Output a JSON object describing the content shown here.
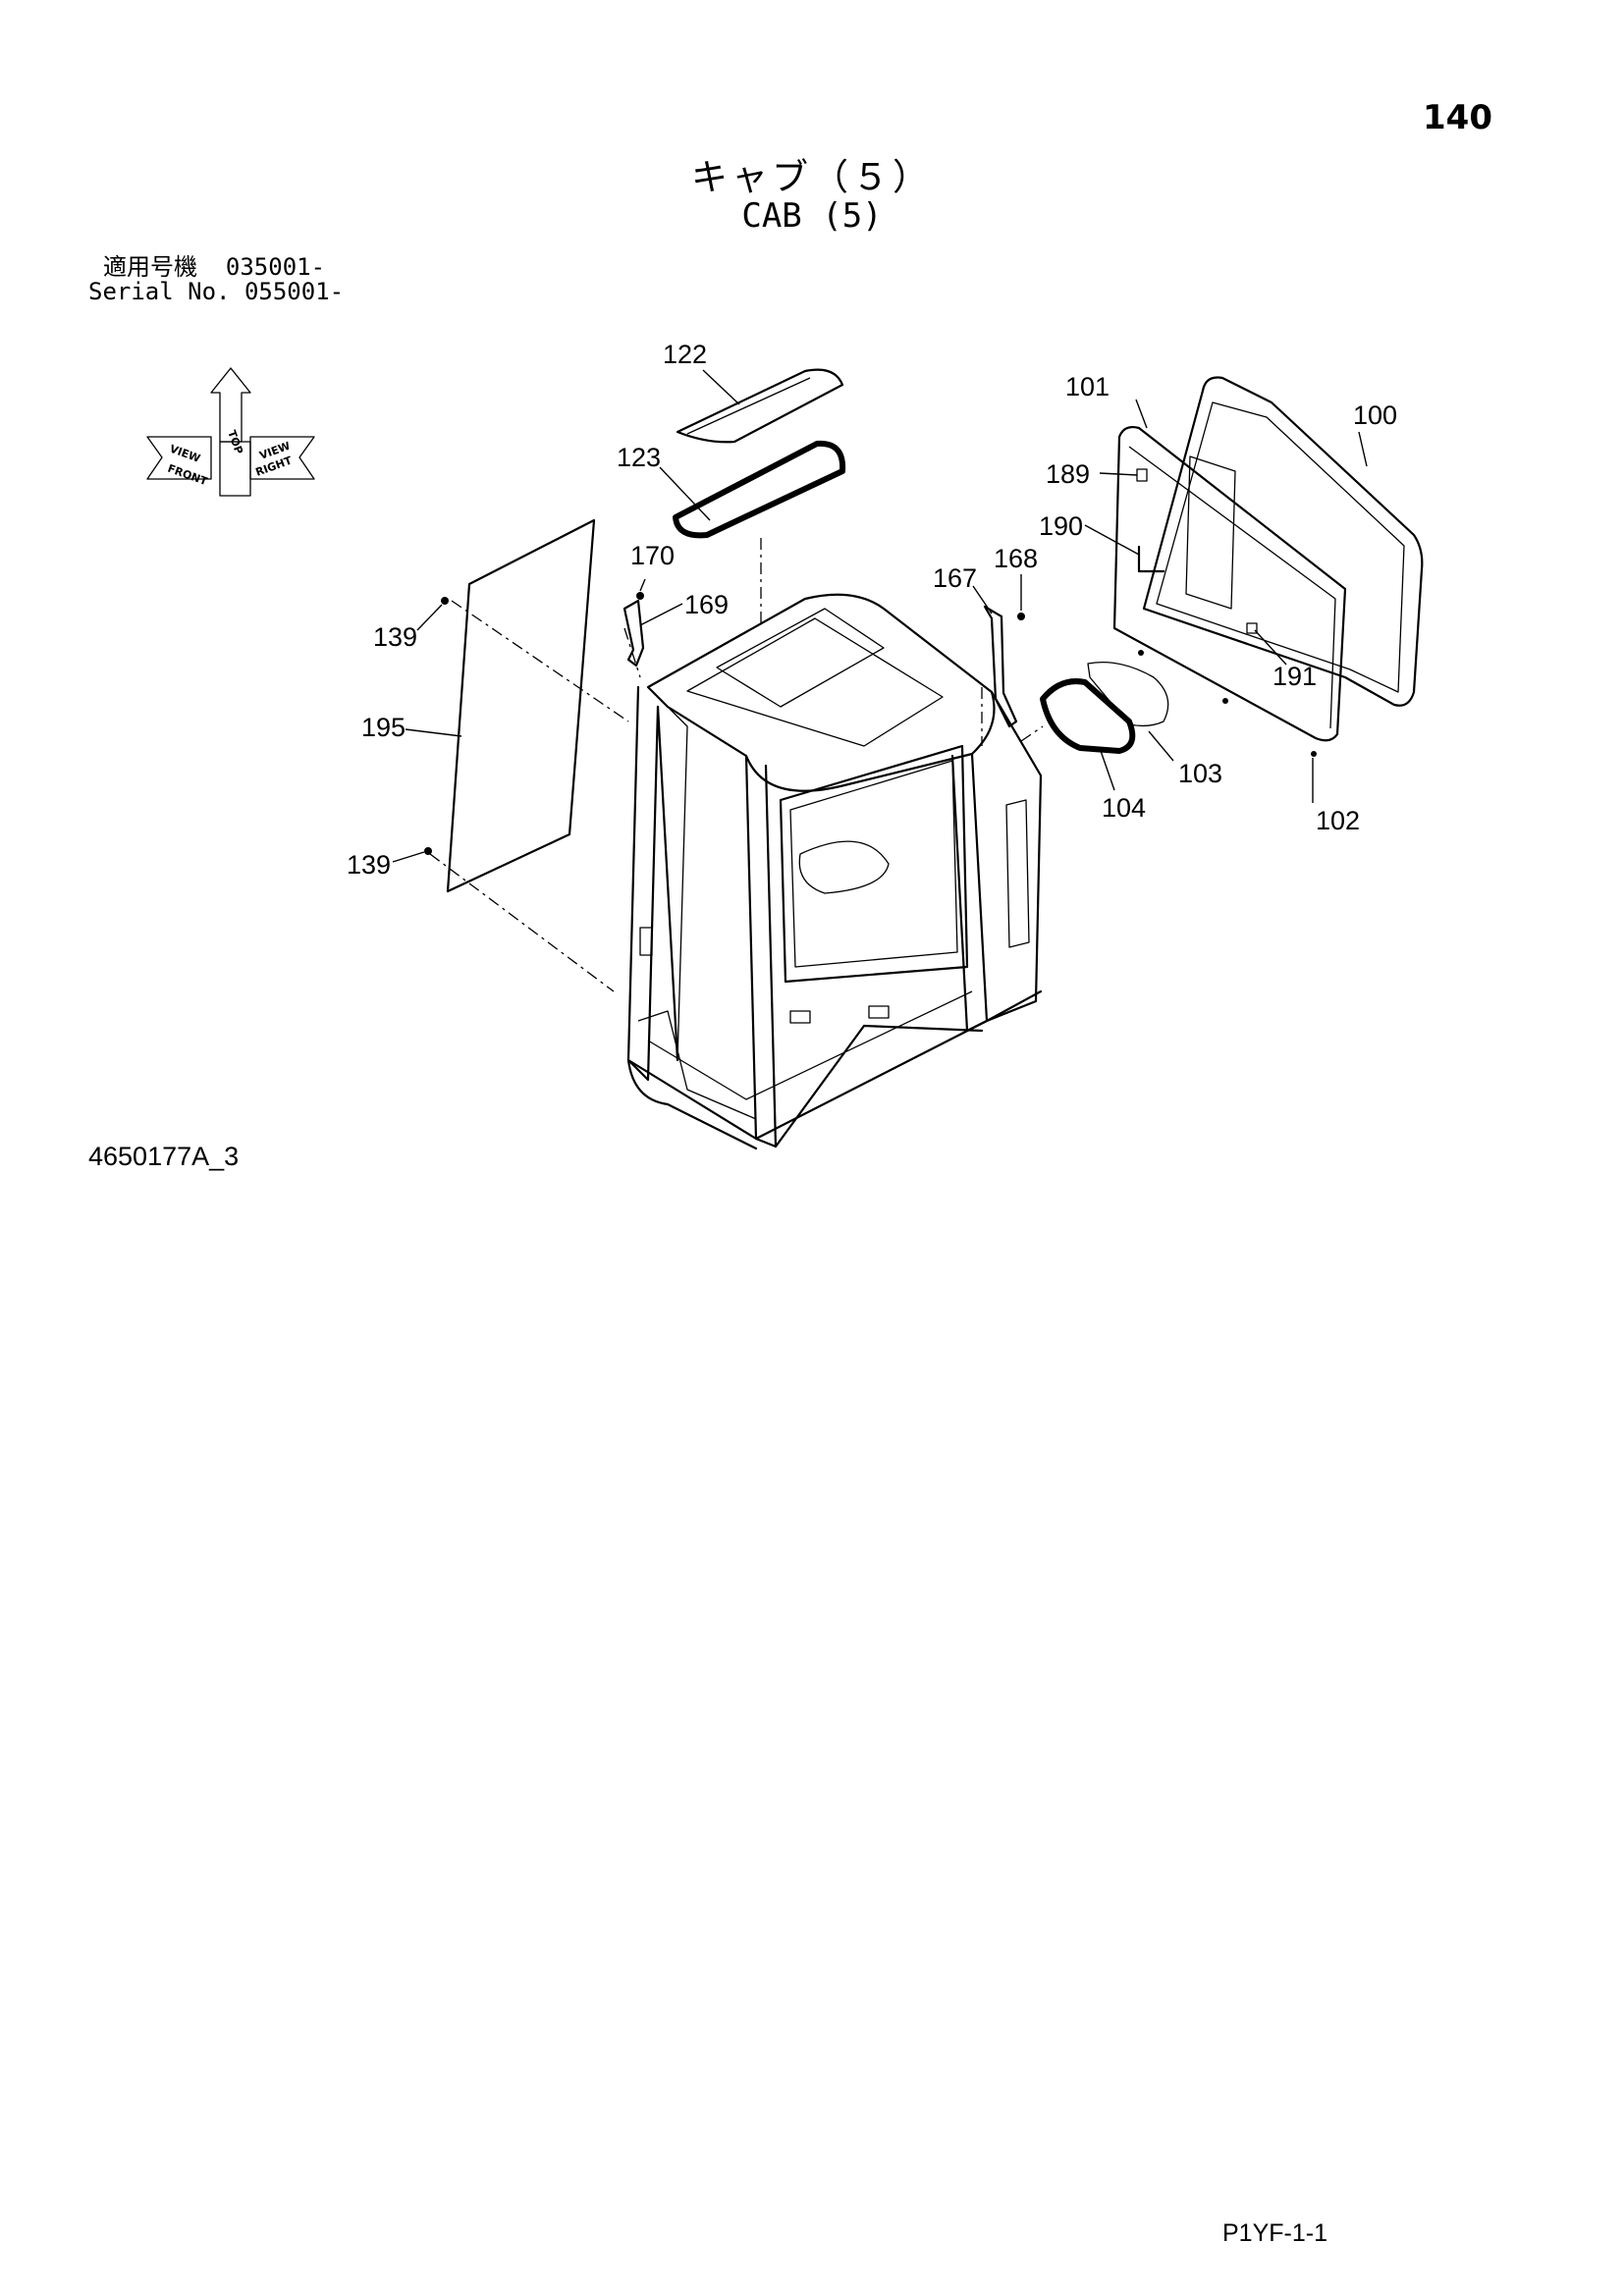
{
  "page_number": "140",
  "title": {
    "japanese": "キャブ（５）",
    "english": "CAB (5)"
  },
  "serial": {
    "jp_label": "適用号機",
    "jp_value": "035001-",
    "en_label": "Serial No.",
    "en_value": "055001-"
  },
  "figure_code": "4650177A_3",
  "ref_code": "P1YF-1-1",
  "orientation_indicator": {
    "top": "TOP",
    "front": "FRONT",
    "right": "RIGHT",
    "view_left": "VIEW",
    "view_right": "VIEW"
  },
  "callouts": {
    "c100": "100",
    "c101": "101",
    "c102": "102",
    "c103": "103",
    "c104": "104",
    "c122": "122",
    "c123": "123",
    "c139a": "139",
    "c139b": "139",
    "c167": "167",
    "c168": "168",
    "c169": "169",
    "c170": "170",
    "c189": "189",
    "c190": "190",
    "c191": "191",
    "c195": "195"
  }
}
